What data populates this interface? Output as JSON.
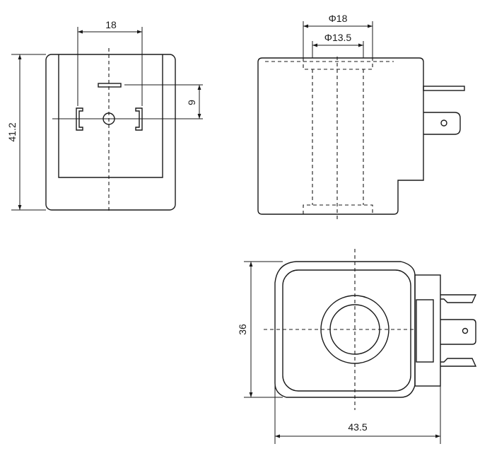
{
  "front_view": {
    "width_label": "18",
    "height_label": "41.2",
    "offset_label": "9"
  },
  "side_view": {
    "outer_dia_label": "Φ18",
    "inner_dia_label": "Φ13.5"
  },
  "top_view": {
    "height_label": "36",
    "width_label": "43.5"
  },
  "colors": {
    "line": "#1a1a1a",
    "background": "#ffffff"
  }
}
